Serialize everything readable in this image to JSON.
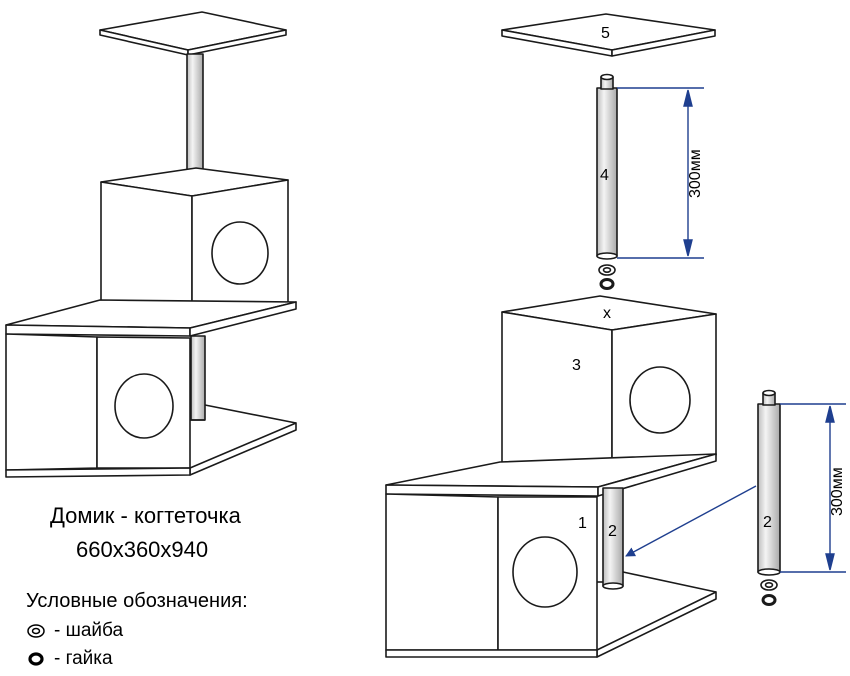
{
  "caption": {
    "title": "Домик - когтеточка",
    "dimensions": "660х360х940"
  },
  "legend": {
    "title": "Условные обозначения:",
    "washer": "- шайба",
    "nut": "- гайка"
  },
  "parts": {
    "p1": "1",
    "p2": "2",
    "p3": "3",
    "p4": "4",
    "p5": "5",
    "x": "x"
  },
  "measurements": {
    "top_post": "300мм",
    "side_post": "300мм"
  },
  "colors": {
    "line": "#1a1a1a",
    "fill": "#ffffff",
    "post_shade": "#cfcfcf",
    "dimension": "#1f3f8f"
  }
}
